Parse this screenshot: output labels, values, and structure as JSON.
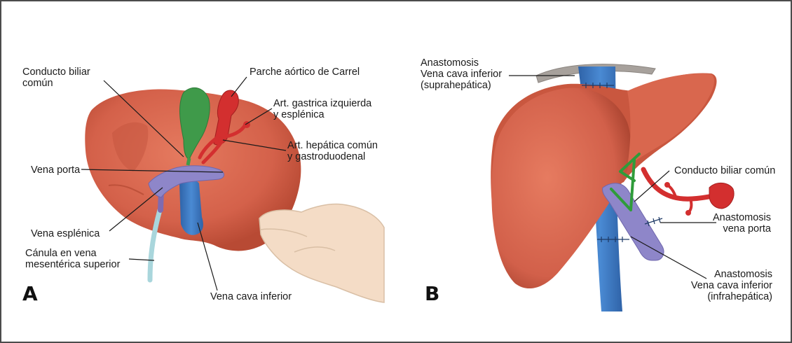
{
  "panel_a": {
    "letter": "A",
    "labels": {
      "bile_duct": [
        "Conducto biliar",
        "común"
      ],
      "aortic_patch": "Parche aórtico de Carrel",
      "left_gastric": [
        "Art. gastrica izquierda",
        "y esplénica"
      ],
      "common_hepatic": [
        "Art. hepática común",
        "y gastroduodenal"
      ],
      "portal_vein": "Vena porta",
      "splenic_vein": "Vena esplénica",
      "cannula": [
        "Cánula en vena",
        "mesentérica superior"
      ],
      "ivc": "Vena cava inferior"
    }
  },
  "panel_b": {
    "letter": "B",
    "labels": {
      "ivc_supra": [
        "Anastomosis",
        "Vena cava inferior",
        "(suprahepática)"
      ],
      "bile_duct": "Conducto biliar común",
      "portal_anast": [
        "Anastomosis",
        "vena porta"
      ],
      "ivc_infra": [
        "Anastomosis",
        "Vena cava inferior",
        "(infrahepática)"
      ]
    }
  },
  "colors": {
    "liver": "#d9674e",
    "liver_dark": "#b8482f",
    "gallbladder": "#3f9a4a",
    "artery": "#d32f2f",
    "portal_vein": "#8e86c9",
    "ivc": "#3b78c4",
    "cannula": "#a9d6dc",
    "hand": "#f3dcc4",
    "diaphragm": "#a7a19c"
  }
}
